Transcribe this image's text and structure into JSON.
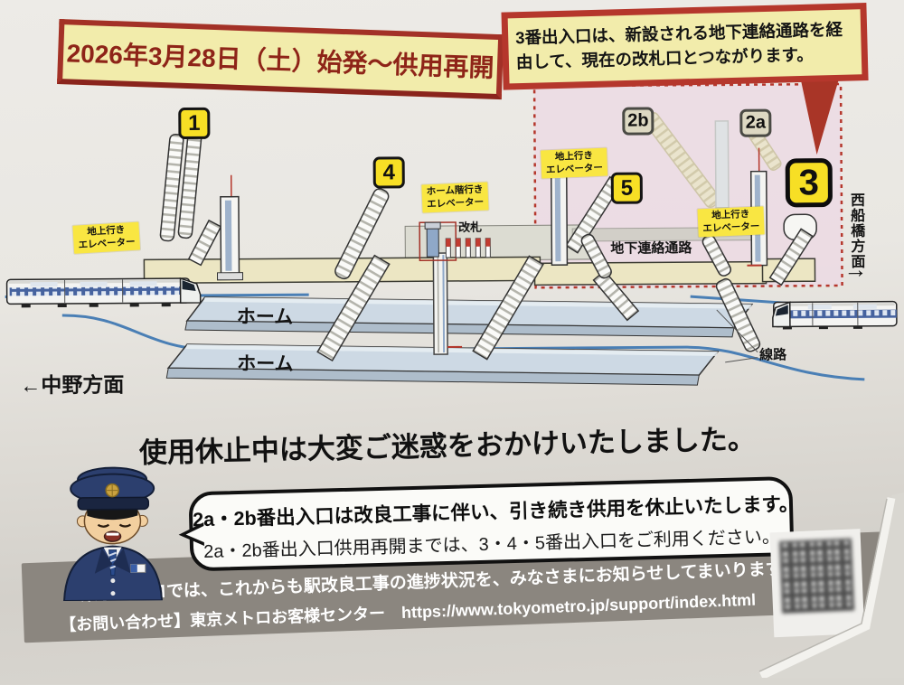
{
  "banner": {
    "title": "2026年3月28日（土）始発～供用再開"
  },
  "callout": {
    "text": "3番出入口は、新設される地下連絡通路を経由して、現在の改札口とつながります。"
  },
  "diagram": {
    "exits": {
      "e1": "1",
      "e4": "4",
      "e5": "5",
      "e2b": "2b",
      "e2a": "2a",
      "e3": "3"
    },
    "labels": {
      "elevator_up_l1": "地上行き",
      "elevator_up_l2": "エレベーター",
      "elevator_platform_l1": "ホーム階行き",
      "elevator_platform_l2": "エレベーター",
      "ticket_gate": "改札",
      "underground_passage": "地下連絡通路",
      "platform": "ホーム",
      "toward_nakano": "←中野方面",
      "toward_nishifunabashi": "西船橋方面",
      "nishifunabashi_arrow": "→",
      "tracks": "線路"
    }
  },
  "apology": {
    "text": "使用休止中は大変ご迷惑をおかけいたしました。"
  },
  "bubble": {
    "line1": "2a・2b番出入口は改良工事に伴い、引き続き供用を休止いたします。",
    "line2": "2a・2b番出入口供用再開までは、3・4・5番出入口をご利用ください。"
  },
  "footer": {
    "line1": "東京メトロでは、これからも駅改良工事の進捗状況を、みなさまにお知らせしてまいります。",
    "line2": "【お問い合わせ】東京メトロお客様センター　https://www.tokyometro.jp/support/index.html"
  },
  "colors": {
    "accent_red": "#b5372c",
    "banner_cream": "#f2ecab",
    "badge_yellow": "#f7df25",
    "zone_pink": "#ecd9e3",
    "track_blue": "#4a7fb5"
  }
}
